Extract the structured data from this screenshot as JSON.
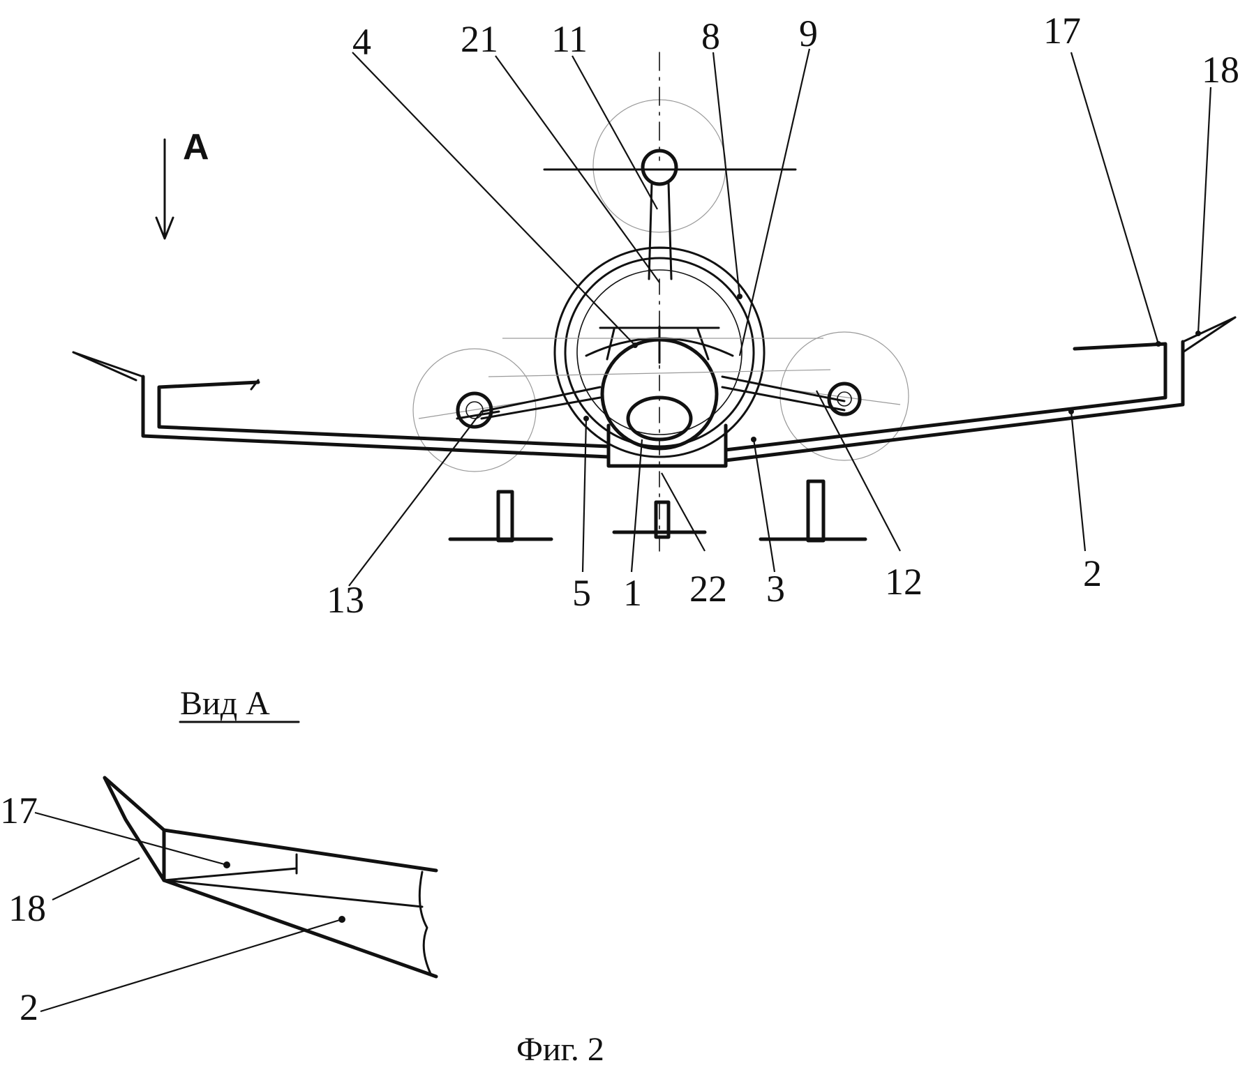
{
  "figure": {
    "view_marker": "A",
    "view_caption": "Вид А",
    "figure_caption": "Фиг. 2"
  },
  "main_view_labels": {
    "l4": "4",
    "l21": "21",
    "l11": "11",
    "l8": "8",
    "l9": "9",
    "l17": "17",
    "l18": "18",
    "l13": "13",
    "l5": "5",
    "l1": "1",
    "l22": "22",
    "l3": "3",
    "l12": "12",
    "l2": "2"
  },
  "detail_view_labels": {
    "l17": "17",
    "l18": "18",
    "l2": "2"
  }
}
